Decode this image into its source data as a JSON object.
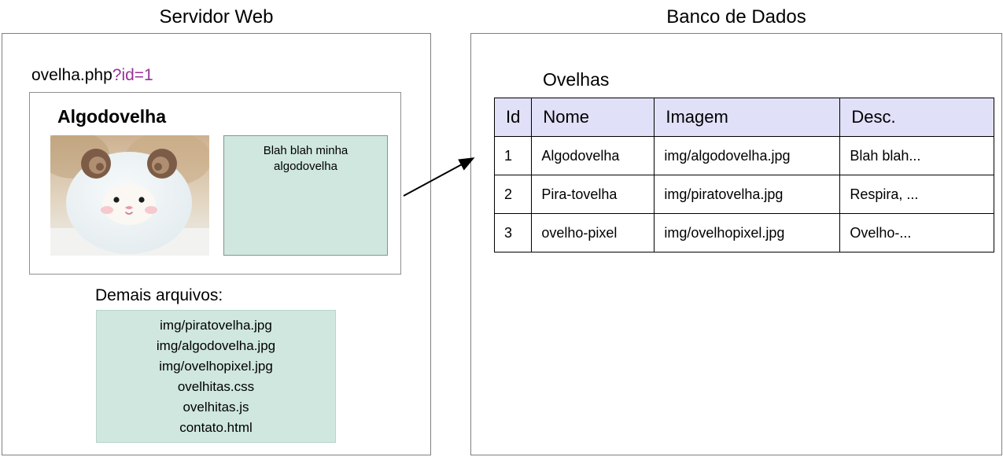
{
  "server": {
    "title": "Servidor Web",
    "url_base": "ovelha.php",
    "url_query": "?id=1",
    "page": {
      "heading": "Algodovelha",
      "description": "Blah blah minha algodovelha",
      "image_alt": "algodovelha-plush-sheep-photo"
    },
    "files_label": "Demais arquivos:",
    "files": [
      "img/piratovelha.jpg",
      "img/algodovelha.jpg",
      "img/ovelhopixel.jpg",
      "ovelhitas.css",
      "ovelhitas.js",
      "contato.html"
    ]
  },
  "database": {
    "title": "Banco de Dados",
    "table_name": "Ovelhas",
    "columns": [
      "Id",
      "Nome",
      "Imagem",
      "Desc."
    ],
    "rows": [
      [
        "1",
        "Algodovelha",
        "img/algodovelha.jpg",
        "Blah blah..."
      ],
      [
        "2",
        "Pira-tovelha",
        "img/piratovelha.jpg",
        "Respira, ..."
      ],
      [
        "3",
        "ovelho-pixel",
        "img/ovelhopixel.jpg",
        "Ovelho-..."
      ]
    ]
  },
  "colors": {
    "teal_box": "#cfe7df",
    "table_header_bg": "#e0e0f8",
    "url_query_color": "#993299",
    "border": "#7f7f7f",
    "arrow": "#000000"
  }
}
